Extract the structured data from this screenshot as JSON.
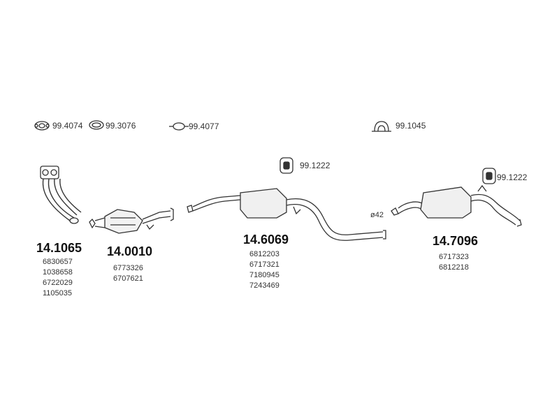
{
  "fittings": [
    {
      "code": "99.4074",
      "icon": "gasket-icon"
    },
    {
      "code": "99.3076",
      "icon": "ring-gasket-icon"
    },
    {
      "code": "99.4077",
      "icon": "flange-gasket-icon"
    },
    {
      "code": "99.1045",
      "icon": "clamp-icon"
    }
  ],
  "hangers": [
    {
      "code": "99.1222",
      "icon": "rubber-hanger-icon"
    },
    {
      "code": "99.1222",
      "icon": "rubber-hanger-icon"
    }
  ],
  "parts": [
    {
      "number": "14.1065",
      "oe_numbers": [
        "6830657",
        "1038658",
        "6722029",
        "1105035"
      ]
    },
    {
      "number": "14.0010",
      "oe_numbers": [
        "6773326",
        "6707621"
      ]
    },
    {
      "number": "14.6069",
      "oe_numbers": [
        "6812203",
        "6717321",
        "7180945",
        "7243469"
      ]
    },
    {
      "number": "14.7096",
      "oe_numbers": [
        "6717323",
        "6812218"
      ]
    }
  ],
  "pipe_diameter": "ø42"
}
